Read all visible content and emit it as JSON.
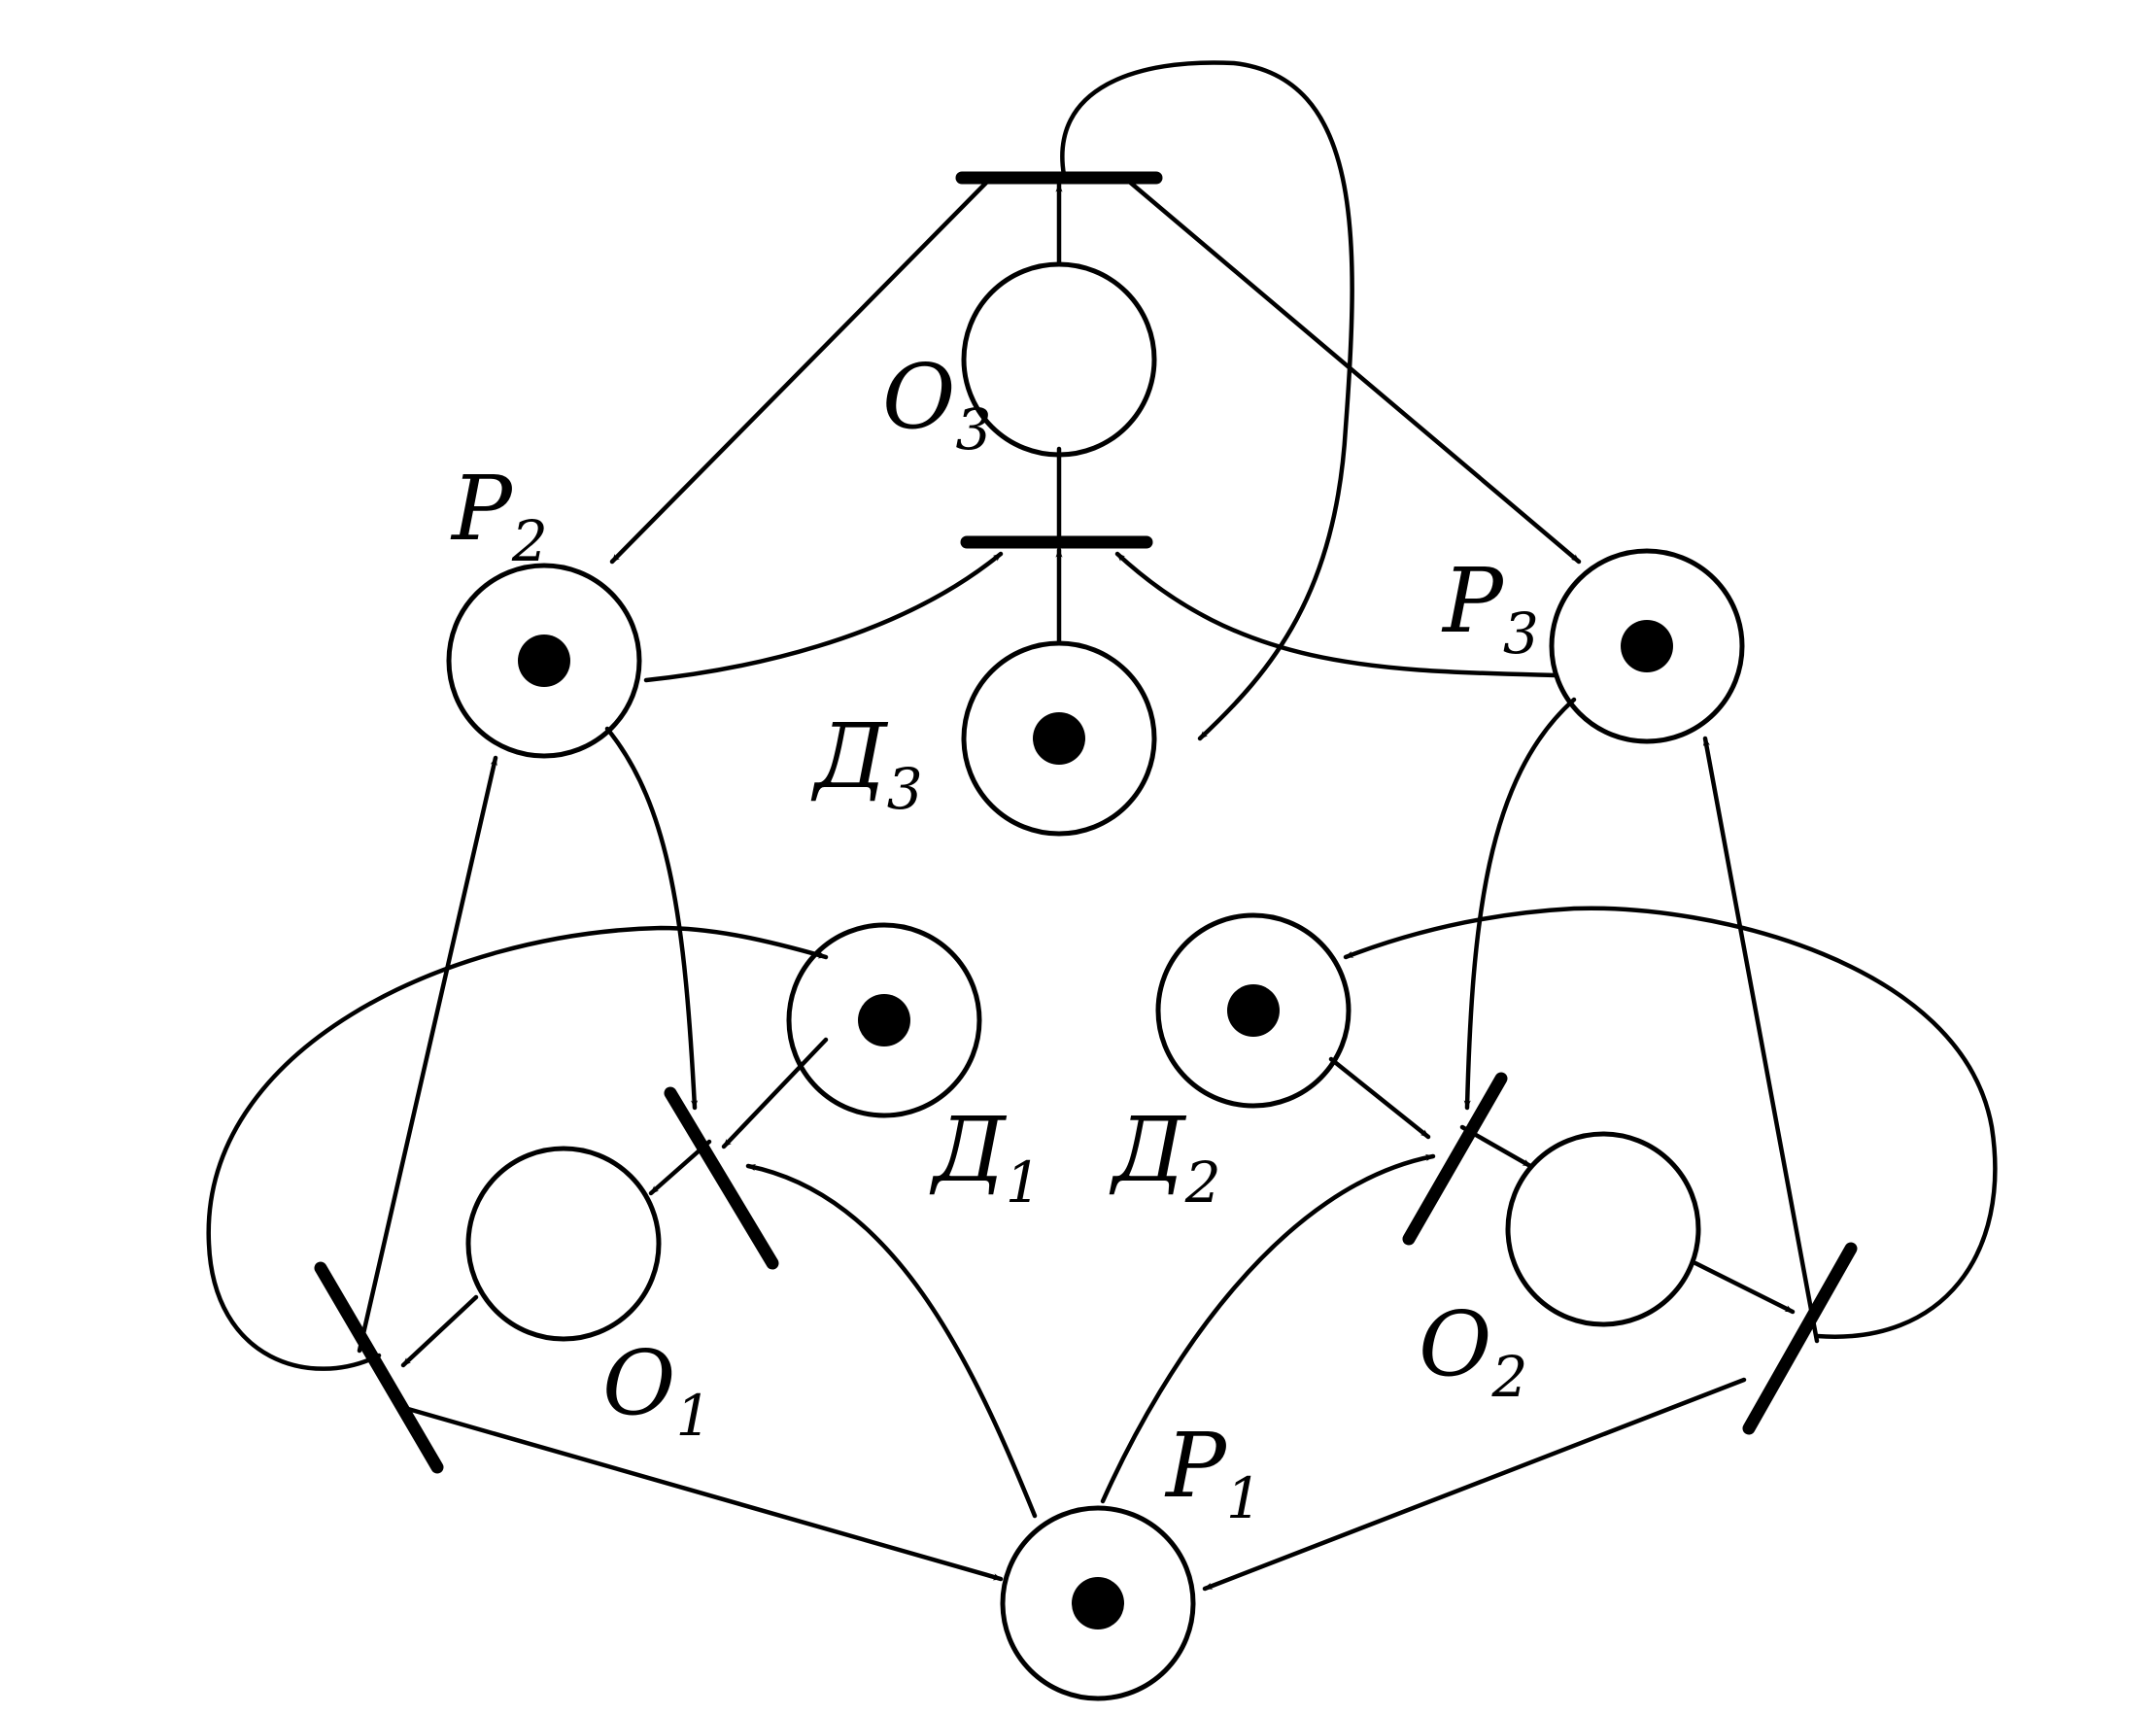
{
  "diagram": {
    "type": "petri-net",
    "places": [
      {
        "id": "P1",
        "label": "P",
        "sub": "1",
        "tokens": 1
      },
      {
        "id": "P2",
        "label": "P",
        "sub": "2",
        "tokens": 1
      },
      {
        "id": "P3",
        "label": "P",
        "sub": "3",
        "tokens": 1
      },
      {
        "id": "O1",
        "label": "O",
        "sub": "1",
        "tokens": 0
      },
      {
        "id": "O2",
        "label": "O",
        "sub": "2",
        "tokens": 0
      },
      {
        "id": "O3",
        "label": "O",
        "sub": "3",
        "tokens": 0
      },
      {
        "id": "D1",
        "label": "Д",
        "sub": "1",
        "tokens": 1
      },
      {
        "id": "D2",
        "label": "Д",
        "sub": "2",
        "tokens": 1
      },
      {
        "id": "D3",
        "label": "Д",
        "sub": "3",
        "tokens": 1
      }
    ],
    "colors": {
      "ink": "#000000",
      "background": "#ffffff"
    }
  }
}
